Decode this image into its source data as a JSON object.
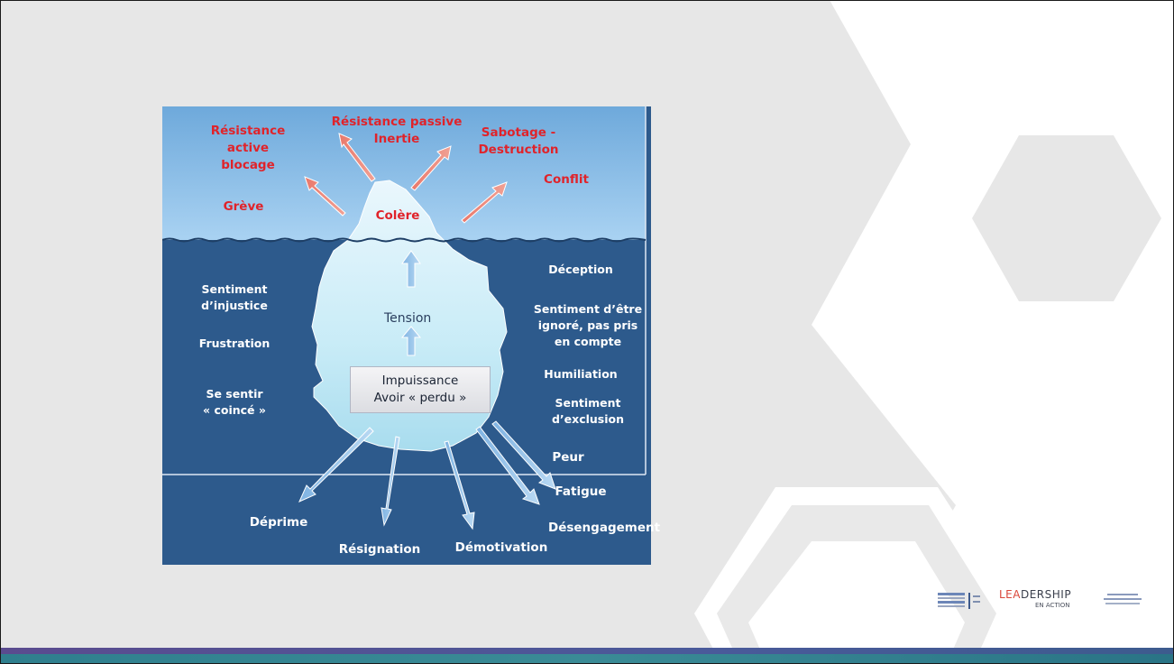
{
  "diagram": {
    "above_water": {
      "peak": "Colère",
      "top_left": [
        "Résistance",
        "active",
        "blocage"
      ],
      "greve": "Grève",
      "top_center": [
        "Résistance passive",
        "Inertie"
      ],
      "top_right": [
        "Sabotage -",
        "Destruction"
      ],
      "conflit": "Conflit"
    },
    "below_left": {
      "sentiment_injustice": [
        "Sentiment",
        "d’injustice"
      ],
      "frustration": "Frustration",
      "coince": [
        "Se sentir",
        "« coincé »"
      ]
    },
    "below_right": {
      "deception": "Déception",
      "ignore": [
        "Sentiment d’être",
        "ignoré, pas pris",
        "en compte"
      ],
      "humiliation": "Humiliation",
      "exclusion": [
        "Sentiment",
        "d’exclusion"
      ],
      "peur": "Peur"
    },
    "center": {
      "tension": "Tension",
      "box": [
        "Impuissance",
        "Avoir « perdu »"
      ]
    },
    "bottom": {
      "deprime": "Déprime",
      "resignation": "Résignation",
      "demotivation": "Démotivation",
      "fatigue": "Fatigue",
      "desengagement": "Désengagement"
    }
  },
  "footer": {
    "logo_leadership": "LEADERSHIP",
    "logo_leadership_accent": "LEA",
    "logo_leadership_rest": "DERSHIP",
    "logo_sub": "EN ACTION"
  },
  "colors": {
    "sky": "#7ab6e4",
    "deep_water": "#2d5a8c",
    "red_label": "#e0232a",
    "bar_purple": "#5a4b8f",
    "bar_teal": "#2f7f8e"
  }
}
